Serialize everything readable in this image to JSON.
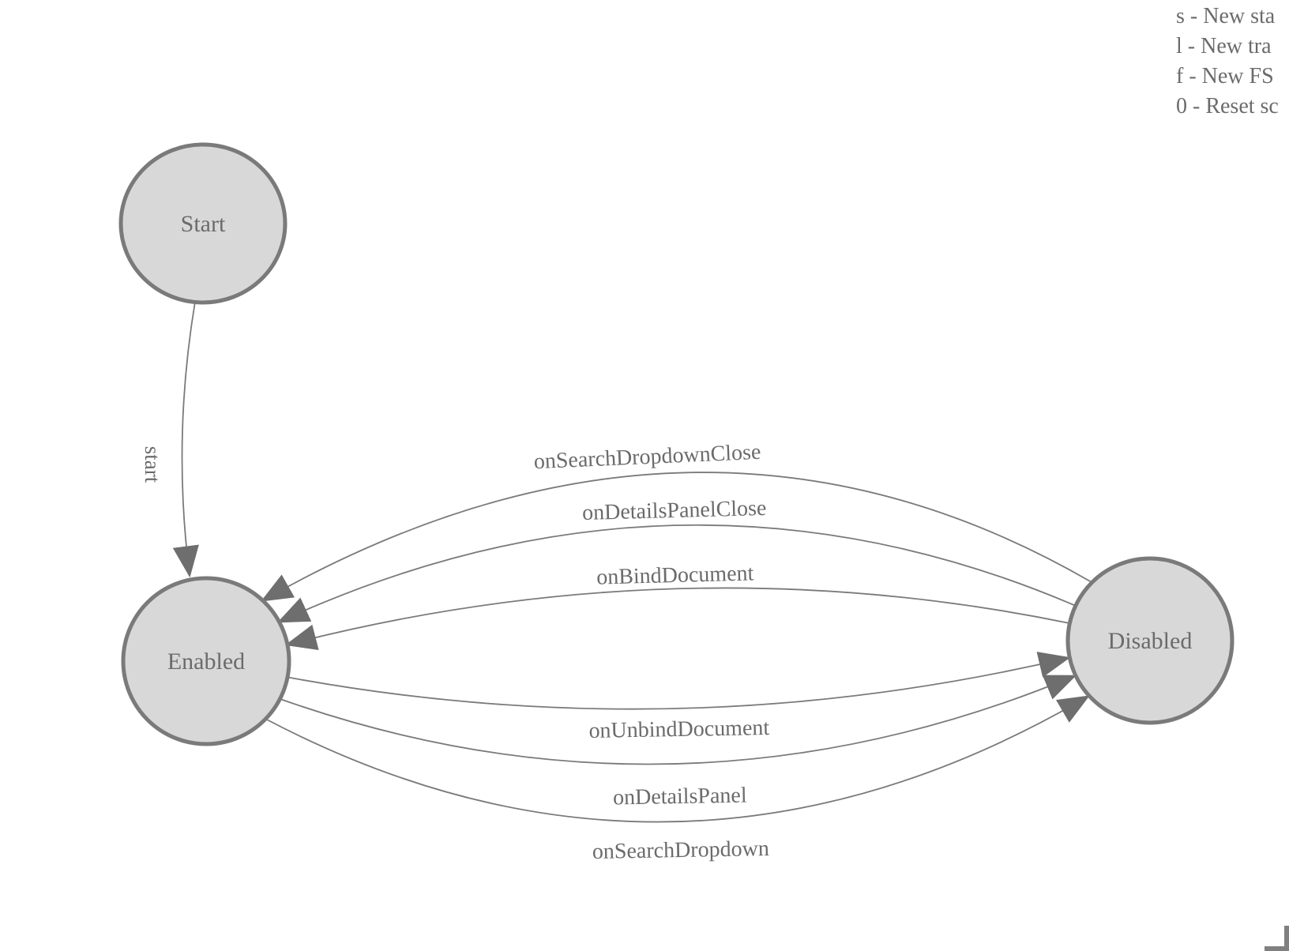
{
  "diagram": {
    "states": [
      {
        "label": "Start"
      },
      {
        "label": "Enabled"
      },
      {
        "label": "Disabled"
      }
    ],
    "transitions": [
      {
        "label": "start",
        "from": "Start",
        "to": "Enabled"
      },
      {
        "label": "onSearchDropdownClose",
        "from": "Disabled",
        "to": "Enabled"
      },
      {
        "label": "onDetailsPanelClose",
        "from": "Disabled",
        "to": "Enabled"
      },
      {
        "label": "onBindDocument",
        "from": "Disabled",
        "to": "Enabled"
      },
      {
        "label": "onUnbindDocument",
        "from": "Enabled",
        "to": "Disabled"
      },
      {
        "label": "onDetailsPanel",
        "from": "Enabled",
        "to": "Disabled"
      },
      {
        "label": "onSearchDropdown",
        "from": "Enabled",
        "to": "Disabled"
      }
    ]
  },
  "legend": {
    "items": [
      {
        "text": "s - New sta"
      },
      {
        "text": "l - New tra"
      },
      {
        "text": "f - New FS"
      },
      {
        "text": "0 - Reset sc"
      }
    ]
  },
  "colors": {
    "background": "#ffffff",
    "state_fill": "#d8d8d8",
    "state_border": "#7a7a7a",
    "edge_stroke": "#7a7a7a",
    "arrowhead": "#6e6e6e",
    "label_text": "#6b6b6b",
    "corner_mark": "#808080"
  }
}
